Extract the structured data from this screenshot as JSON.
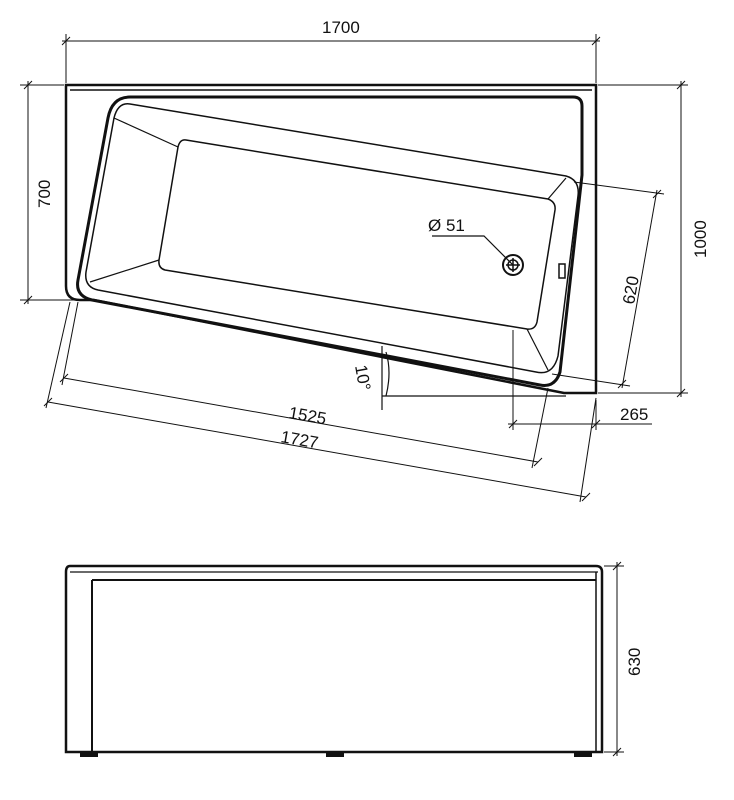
{
  "plan_view": {
    "dimensions": {
      "overall_length": "1700",
      "overall_depth": "1000",
      "short_side_depth": "700",
      "inner_length_1": "1525",
      "inner_length_2": "1727",
      "inner_width": "620",
      "offset": "265",
      "angle": "10°",
      "drain_diameter": "Ø 51"
    }
  },
  "front_view": {
    "dimensions": {
      "height": "630"
    }
  }
}
